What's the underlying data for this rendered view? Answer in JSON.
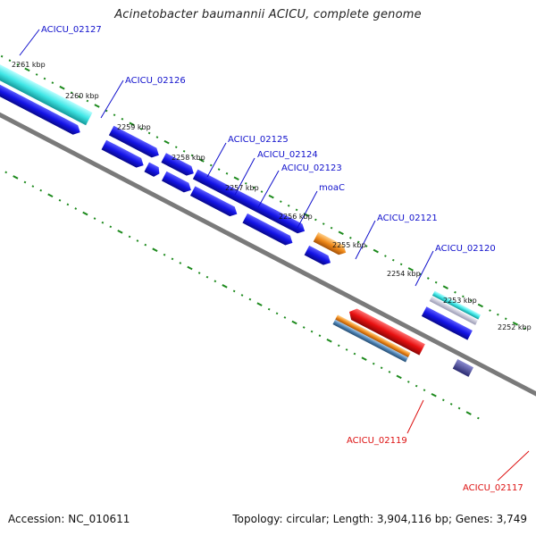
{
  "title": "Acinetobacter baumannii ACICU, complete genome",
  "footer": {
    "accession": "Accession: NC_010611",
    "topology": "Topology: circular; Length: 3,904,116 bp; Genes: 3,749"
  },
  "colors": {
    "forward_gene": "#1414e6",
    "highlight_gene": "#30e0e0",
    "orange_gene": "#f08a1a",
    "red_gene": "#e81010",
    "steelblue_gene": "#4a7fb0",
    "backbone": "#7a7a7a",
    "tick_green": "#1d8a1d",
    "label_blue": "#1010cc",
    "label_red": "#dd1111"
  },
  "kbp_ticks": [
    "2261 kbp",
    "2260 kbp",
    "2259 kbp",
    "2258 kbp",
    "2257 kbp",
    "2256 kbp",
    "2255 kbp",
    "2254 kbp",
    "2253 kbp",
    "2252 kbp"
  ],
  "gene_labels_top": [
    "ACICU_02127",
    "ACICU_02126",
    "ACICU_02125",
    "ACICU_02124",
    "ACICU_02123",
    "moaC",
    "ACICU_02121",
    "ACICU_02120"
  ],
  "gene_labels_bottom": [
    "ACICU_02119",
    "ACICU_02117"
  ]
}
